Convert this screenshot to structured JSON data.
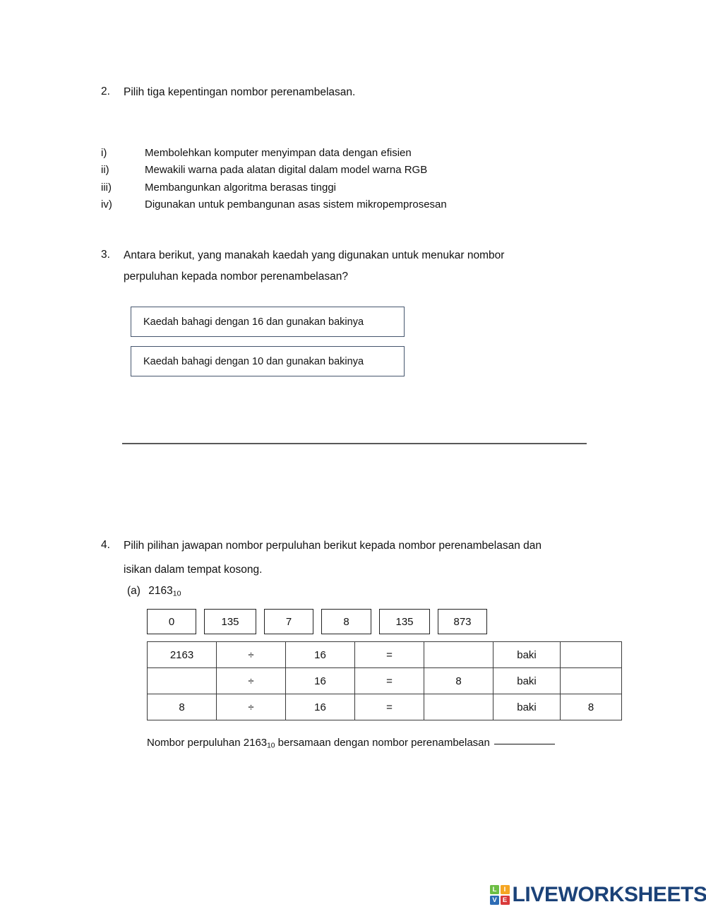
{
  "questions": {
    "q2": {
      "number": "2.",
      "text": "Pilih tiga kepentingan nombor perenambelasan.",
      "options": [
        {
          "marker": "i)",
          "text": "Membolehkan komputer menyimpan data dengan efisien"
        },
        {
          "marker": "ii)",
          "text": "Mewakili warna pada alatan digital dalam model warna RGB"
        },
        {
          "marker": "iii)",
          "text": "Membangunkan algoritma berasas tinggi"
        },
        {
          "marker": "iv)",
          "text": "Digunakan untuk pembangunan asas sistem mikropemprosesan"
        }
      ]
    },
    "q3": {
      "number": "3.",
      "line1": "Antara berikut, yang manakah kaedah yang digunakan untuk menukar nombor",
      "line2": "perpuluhan kepada nombor perenambelasan?",
      "choices": [
        "Kaedah bahagi dengan 16 dan gunakan bakinya",
        "Kaedah bahagi dengan 10 dan gunakan bakinya"
      ]
    },
    "q4": {
      "number": "4.",
      "line1": "Pilih pilihan jawapan nombor perpuluhan berikut kepada nombor perenambelasan dan",
      "line2": "isikan dalam tempat kosong.",
      "part_label": "(a)",
      "part_value": "2163",
      "part_subscript": "10",
      "answer_options": [
        "0",
        "135",
        "7",
        "8",
        "135",
        "873"
      ],
      "table": {
        "rows": [
          [
            "2163",
            "÷",
            "16",
            "=",
            "",
            "baki",
            ""
          ],
          [
            "",
            "÷",
            "16",
            "=",
            "8",
            "baki",
            ""
          ],
          [
            "8",
            "÷",
            "16",
            "=",
            "",
            "baki",
            "8"
          ]
        ]
      },
      "closing": {
        "prefix": "Nombor perpuluhan ",
        "value": "2163",
        "subscript": "10",
        "suffix": " bersamaan dengan nombor perenambelasan"
      }
    }
  },
  "footer": {
    "logo": {
      "letters": [
        "L",
        "I",
        "V",
        "E"
      ],
      "cell_colors": [
        "#6DBE45",
        "#F5A623",
        "#2D6CB5",
        "#D93A3A"
      ],
      "wordmark": "LIVEWORKSHEETS",
      "wordmark_color": "#1B4278"
    }
  }
}
